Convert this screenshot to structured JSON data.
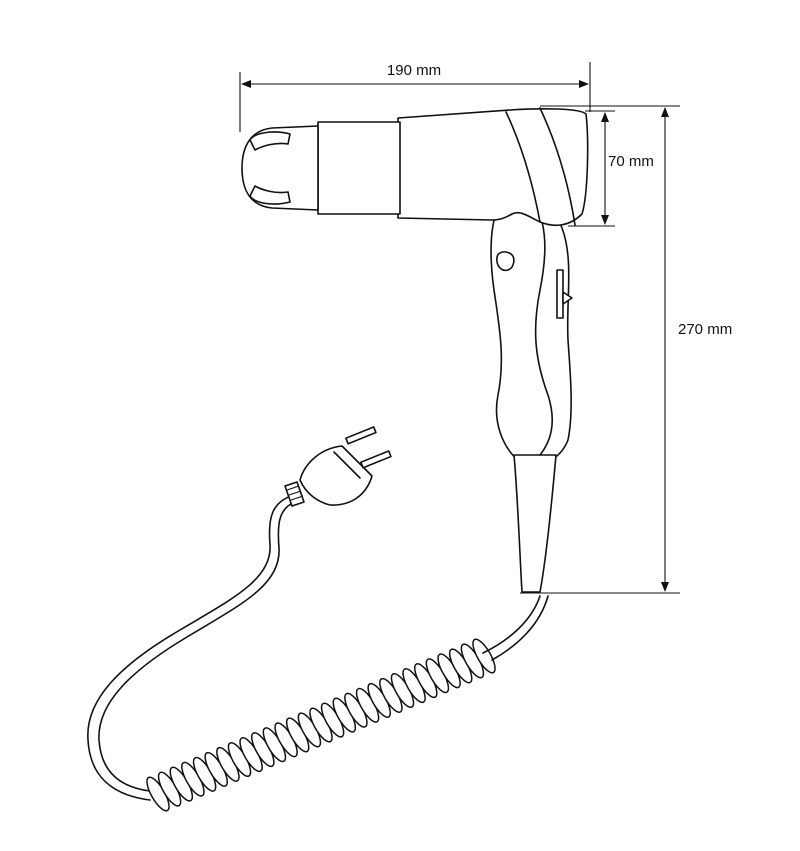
{
  "dimensions": {
    "width_label": "190 mm",
    "nozzle_height_label": "70 mm",
    "total_height_label": "270 mm"
  },
  "icons": [
    "hair-dryer",
    "power-plug",
    "coiled-cord"
  ],
  "colors": {
    "line": "#111111",
    "background": "#ffffff"
  }
}
